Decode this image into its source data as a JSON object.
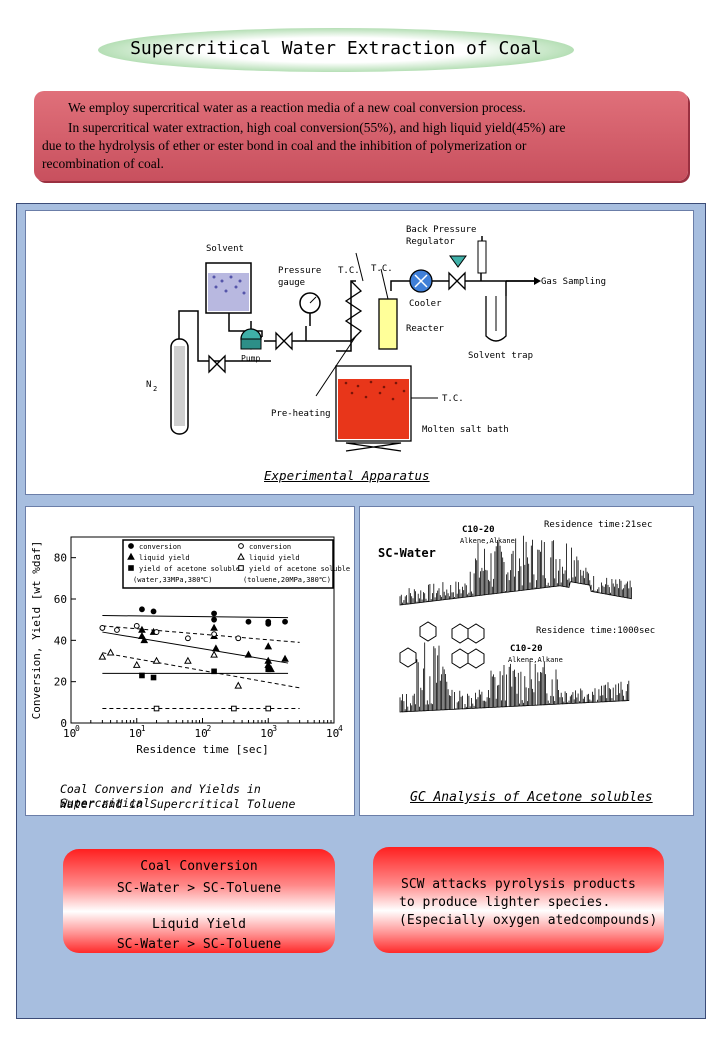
{
  "title": "Supercritical Water Extraction of Coal",
  "intro": {
    "line1": "We employ supercritical water as a reaction media of a new coal conversion process.",
    "line2": "In supercritical water extraction, high coal conversion(55%), and high liquid yield(45%) are",
    "line3": "due to the hydrolysis of ether or ester bond in coal and the inhibition of polymerization or",
    "line4": "recombination of coal."
  },
  "apparatus": {
    "caption": "Experimental Apparatus",
    "labels": {
      "solvent": "Solvent",
      "pressure_gauge_1": "Pressure",
      "pressure_gauge_2": "gauge",
      "tc1": "T.C.",
      "tc2": "T.C.",
      "tc3": "T.C.",
      "back_pressure_1": "Back Pressure",
      "back_pressure_2": "Regulator",
      "gas_sampling": "Gas Sampling",
      "cooler": "Cooler",
      "reacter": "Reacter",
      "solvent_trap": "Solvent trap",
      "pump": "Pump",
      "n2": "N",
      "n2_sub": "2",
      "preheating": "Pre-heating",
      "molten_salt": "Molten salt bath"
    }
  },
  "chart_caption_1": "Coal Conversion and Yields in Supercritical",
  "chart_caption_2": "Water and in Supercritical Toluene",
  "chart_data": {
    "type": "scatter",
    "xlabel": "Residence time [sec]",
    "ylabel": "Conversion, Yield [wt %daf]",
    "x_scale": "log",
    "xlim": [
      1,
      10000
    ],
    "ylim": [
      0,
      90
    ],
    "xticks": [
      "10",
      "10",
      "10",
      "10",
      "10"
    ],
    "xtick_exps": [
      "0",
      "1",
      "2",
      "3",
      "4"
    ],
    "yticks": [
      "0",
      "20",
      "40",
      "60",
      "80"
    ],
    "legend": {
      "left": [
        "conversion",
        "liquid yield",
        "yield of acetone soluble",
        "(water,33MPa,380℃)"
      ],
      "right": [
        "conversion",
        "liquid yield",
        "yield of acetone soluble",
        "(toluene,20MPa,380℃)"
      ]
    },
    "series": [
      {
        "name": "conversion",
        "marker": "filled-circle",
        "x": [
          12,
          18,
          150,
          150,
          500,
          1000,
          1000,
          1800
        ],
        "y": [
          55,
          54,
          53,
          50,
          49,
          49,
          48,
          49
        ]
      },
      {
        "name": "liquid yield",
        "marker": "filled-triangle",
        "x": [
          12,
          12,
          13,
          18,
          150,
          150,
          160,
          500,
          1000,
          1000,
          1000,
          1100,
          1800
        ],
        "y": [
          45,
          42,
          40,
          44,
          46,
          42,
          36,
          33,
          37,
          30,
          28,
          26,
          31
        ]
      },
      {
        "name": "yield of acetone soluble",
        "marker": "filled-square",
        "x": [
          12,
          18,
          150,
          1000
        ],
        "y": [
          23,
          22,
          25,
          26
        ]
      },
      {
        "name": "conversion",
        "marker": "open-circle",
        "x": [
          3,
          5,
          10,
          20,
          60,
          150,
          350
        ],
        "y": [
          46,
          45,
          47,
          44,
          41,
          43,
          41
        ]
      },
      {
        "name": "liquid yield",
        "marker": "open-triangle",
        "x": [
          3,
          4,
          10,
          20,
          60,
          150,
          350
        ],
        "y": [
          32,
          34,
          28,
          30,
          30,
          33,
          18
        ]
      },
      {
        "name": "yield of acetone soluble",
        "marker": "open-square",
        "x": [
          20,
          300,
          1000
        ],
        "y": [
          7,
          7,
          7
        ]
      }
    ],
    "fits": [
      {
        "style": "solid",
        "x": [
          3,
          2000
        ],
        "y": [
          52,
          51
        ]
      },
      {
        "style": "solid",
        "x": [
          3,
          2000
        ],
        "y": [
          44,
          29
        ]
      },
      {
        "style": "solid",
        "x": [
          3,
          2000
        ],
        "y": [
          24,
          24
        ]
      },
      {
        "style": "dashed",
        "x": [
          3,
          3000
        ],
        "y": [
          47,
          39
        ]
      },
      {
        "style": "dashed",
        "x": [
          3,
          3000
        ],
        "y": [
          34,
          17
        ]
      },
      {
        "style": "dashed",
        "x": [
          3,
          3000
        ],
        "y": [
          7,
          7
        ]
      }
    ]
  },
  "gc": {
    "caption": "GC Analysis of Acetone solubles",
    "residence_1": "Residence time:21sec",
    "residence_2": "Residence time:1000sec",
    "sc_water": "SC-Water",
    "c1020_a": "C10-20",
    "alkene_a": "Alkene,Alkane",
    "c1020_b": "C10-20",
    "alkene_b": "Alkene,Alkane"
  },
  "box_left": {
    "line1": "Coal Conversion",
    "line2": "SC-Water  >  SC-Toluene",
    "line3": "Liquid Yield",
    "line4": "SC-Water  >  SC-Toluene"
  },
  "box_right": {
    "line1": "SCW attacks pyrolysis products",
    "line2": "to produce lighter species.",
    "line3": "(Especially oxygen atedcompounds)"
  },
  "colors": {
    "title_green": "#6fc06f",
    "intro_red": "#d05a66",
    "panel_blue": "#a7bedf",
    "bath_red": "#e8361a"
  }
}
